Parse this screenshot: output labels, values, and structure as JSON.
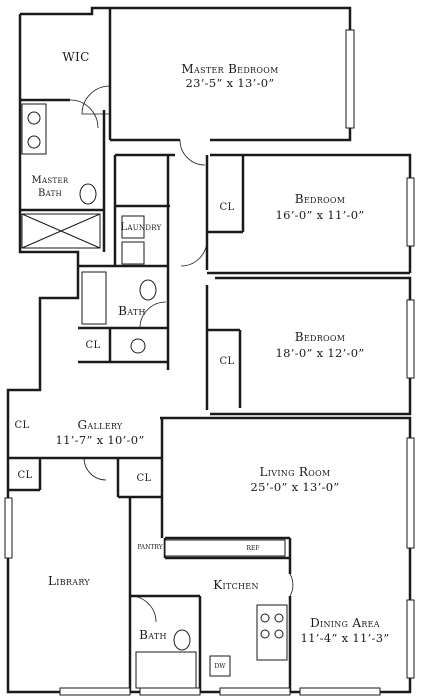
{
  "rooms": {
    "wic": {
      "name": "WIC"
    },
    "master_bedroom": {
      "name": "Master Bedroom",
      "dims": "23’-5” x 13’-0”"
    },
    "master_bath": {
      "name": "Master Bath"
    },
    "bedroom1": {
      "name": "Bedroom",
      "dims": "16’-0” x 11’-0”"
    },
    "closet_bed1": {
      "name": "CL"
    },
    "laundry": {
      "name": "Laundry"
    },
    "bath": {
      "name": "Bath"
    },
    "closet_bath": {
      "name": "CL"
    },
    "bedroom2": {
      "name": "Bedroom",
      "dims": "18’-0” x 12’-0”"
    },
    "closet_bed2": {
      "name": "CL"
    },
    "closet_gallery": {
      "name": "CL"
    },
    "gallery": {
      "name": "Gallery",
      "dims": "11’-7” x 10’-0”"
    },
    "closet_left": {
      "name": "CL"
    },
    "closet_center": {
      "name": "CL"
    },
    "living_room": {
      "name": "Living Room",
      "dims": "25’-0” x 13’-0”"
    },
    "pantry": {
      "name": "PANTRY"
    },
    "refrigerator": {
      "name": "REF"
    },
    "library": {
      "name": "Library"
    },
    "kitchen": {
      "name": "Kitchen"
    },
    "bath2": {
      "name": "Bath"
    },
    "dining_area": {
      "name": "Dining Area",
      "dims": "11’-4” x 11’-3”"
    },
    "dishwasher": {
      "name": "DW"
    }
  }
}
